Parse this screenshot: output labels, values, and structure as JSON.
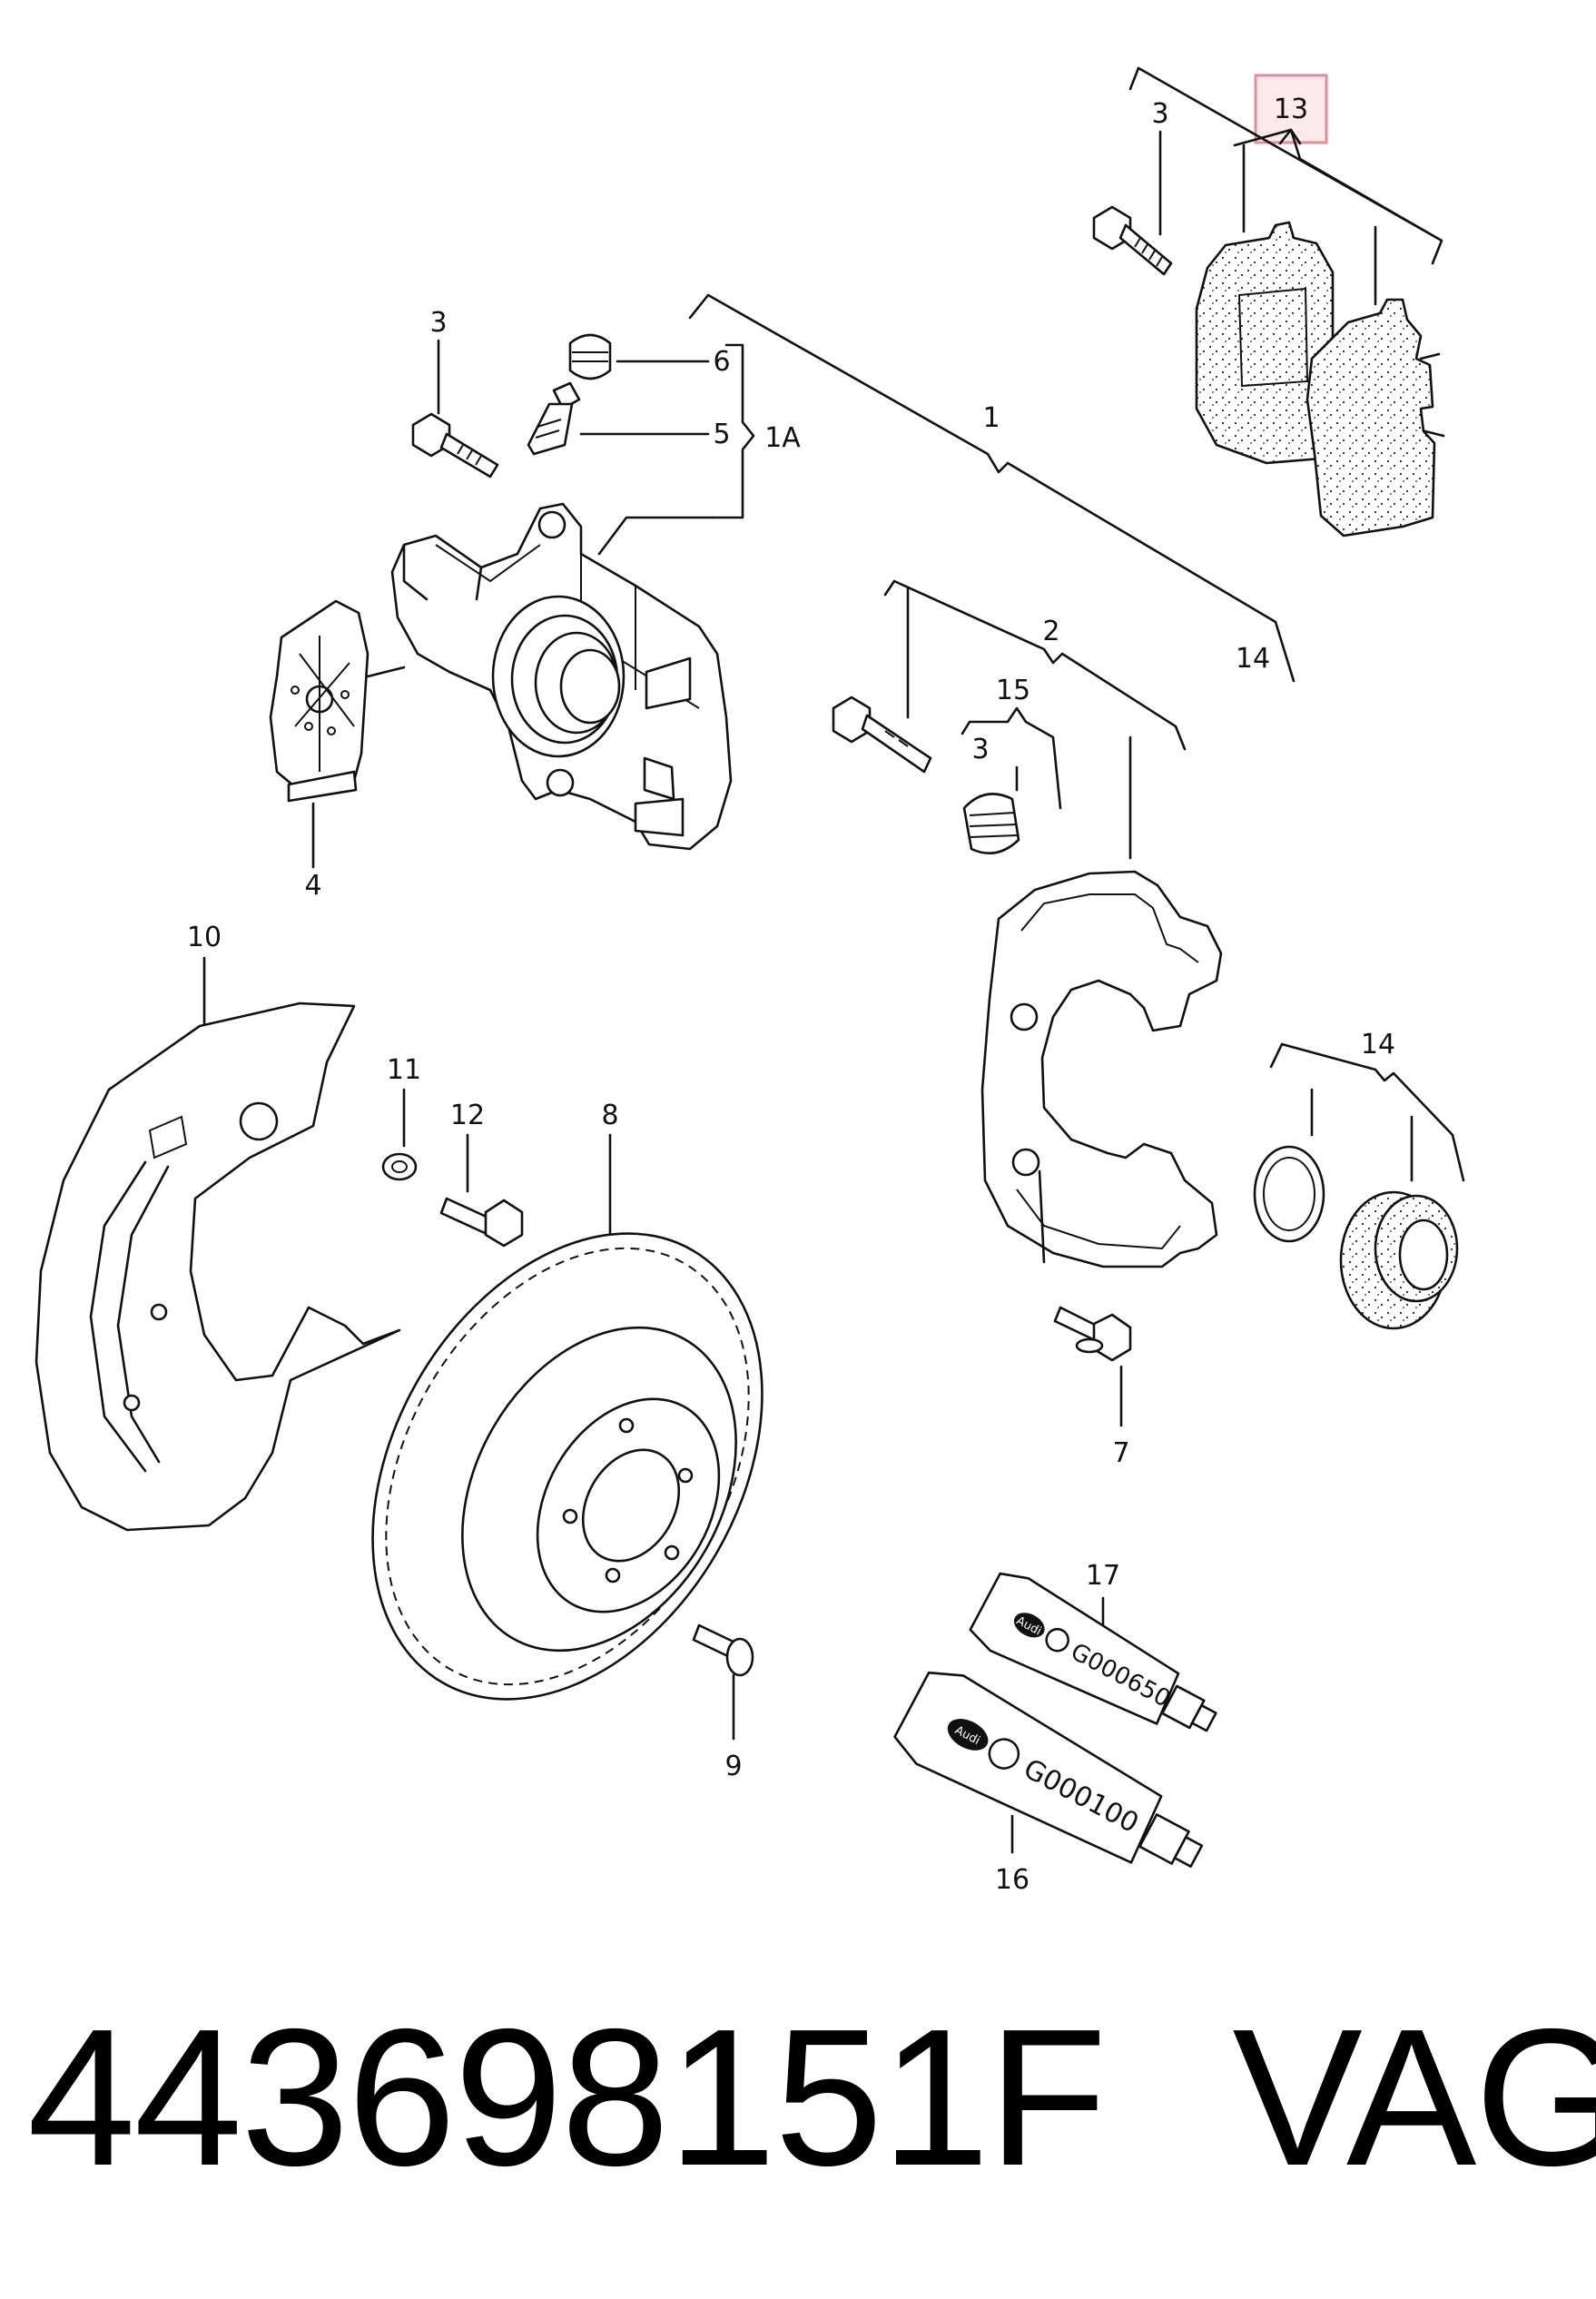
{
  "callouts": {
    "c13": "13",
    "c3a": "3",
    "c3b": "3",
    "c3c": "3",
    "c6": "6",
    "c5": "5",
    "c1A": "1A",
    "c1": "1",
    "c14a": "14",
    "c14b": "14",
    "c2": "2",
    "c15": "15",
    "c4": "4",
    "c10": "10",
    "c11": "11",
    "c12": "12",
    "c8": "8",
    "c7": "7",
    "c9": "9",
    "c17": "17",
    "c16": "16"
  },
  "tubes": {
    "tube17_text": "G000650",
    "tube16_text": "G000100",
    "logo_text": "Audi"
  },
  "highlight": {
    "color": "#e38b96",
    "fill": "#fbe9ec"
  },
  "caption": {
    "part_number": "443698151F",
    "brand": "VAG"
  }
}
